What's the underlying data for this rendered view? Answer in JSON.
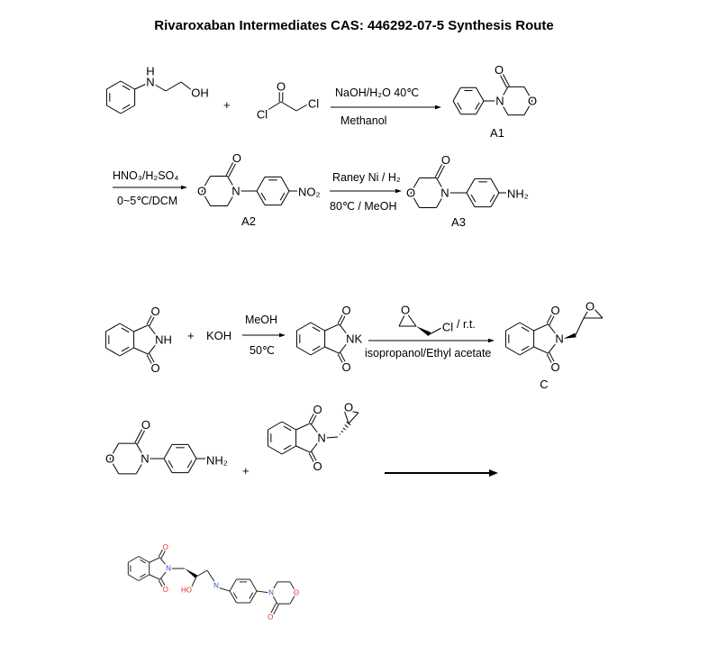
{
  "title": "Rivaroxaban Intermediates CAS: 446292-07-5 Synthesis Route",
  "atoms": {
    "O": "O",
    "N": "N",
    "H": "H",
    "OH": "OH",
    "HO": "HO",
    "Cl": "Cl",
    "NH": "NH",
    "NK": "NK",
    "NO2": "NO₂",
    "NH2": "NH₂"
  },
  "reactions": {
    "step1": {
      "top": "NaOH/H₂O   40℃",
      "bottom": "Methanol"
    },
    "step2": {
      "top": "HNO₃/H₂SO₄",
      "bottom": "0~5℃/DCM"
    },
    "step3": {
      "top": "Raney Ni / H₂",
      "bottom": "80℃ / MeOH"
    },
    "step4": {
      "top": "MeOH",
      "bottom": "50℃"
    },
    "step5": {
      "top": "/ r.t.",
      "bottom": "isopropanol/Ethyl acetate"
    }
  },
  "compounds": {
    "a1": "A1",
    "a2": "A2",
    "a3": "A3",
    "c": "C"
  },
  "plus": "+",
  "koh": "KOH",
  "colors": {
    "oxygen": "#e03228",
    "nitrogen": "#3050d0",
    "bond": "#000000"
  }
}
